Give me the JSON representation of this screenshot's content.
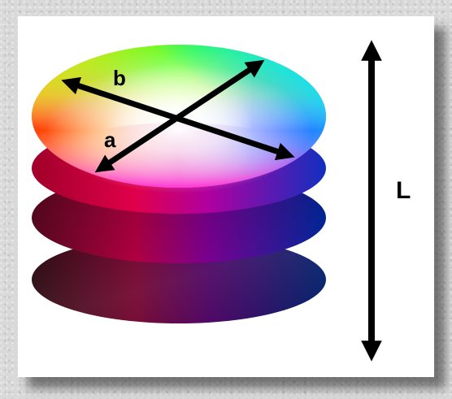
{
  "labels": {
    "b": "b",
    "a": "a",
    "L": "L"
  },
  "colors": {
    "arrow": "#000000",
    "card": "#ffffff",
    "backdrop": "#d9d9d9"
  }
}
